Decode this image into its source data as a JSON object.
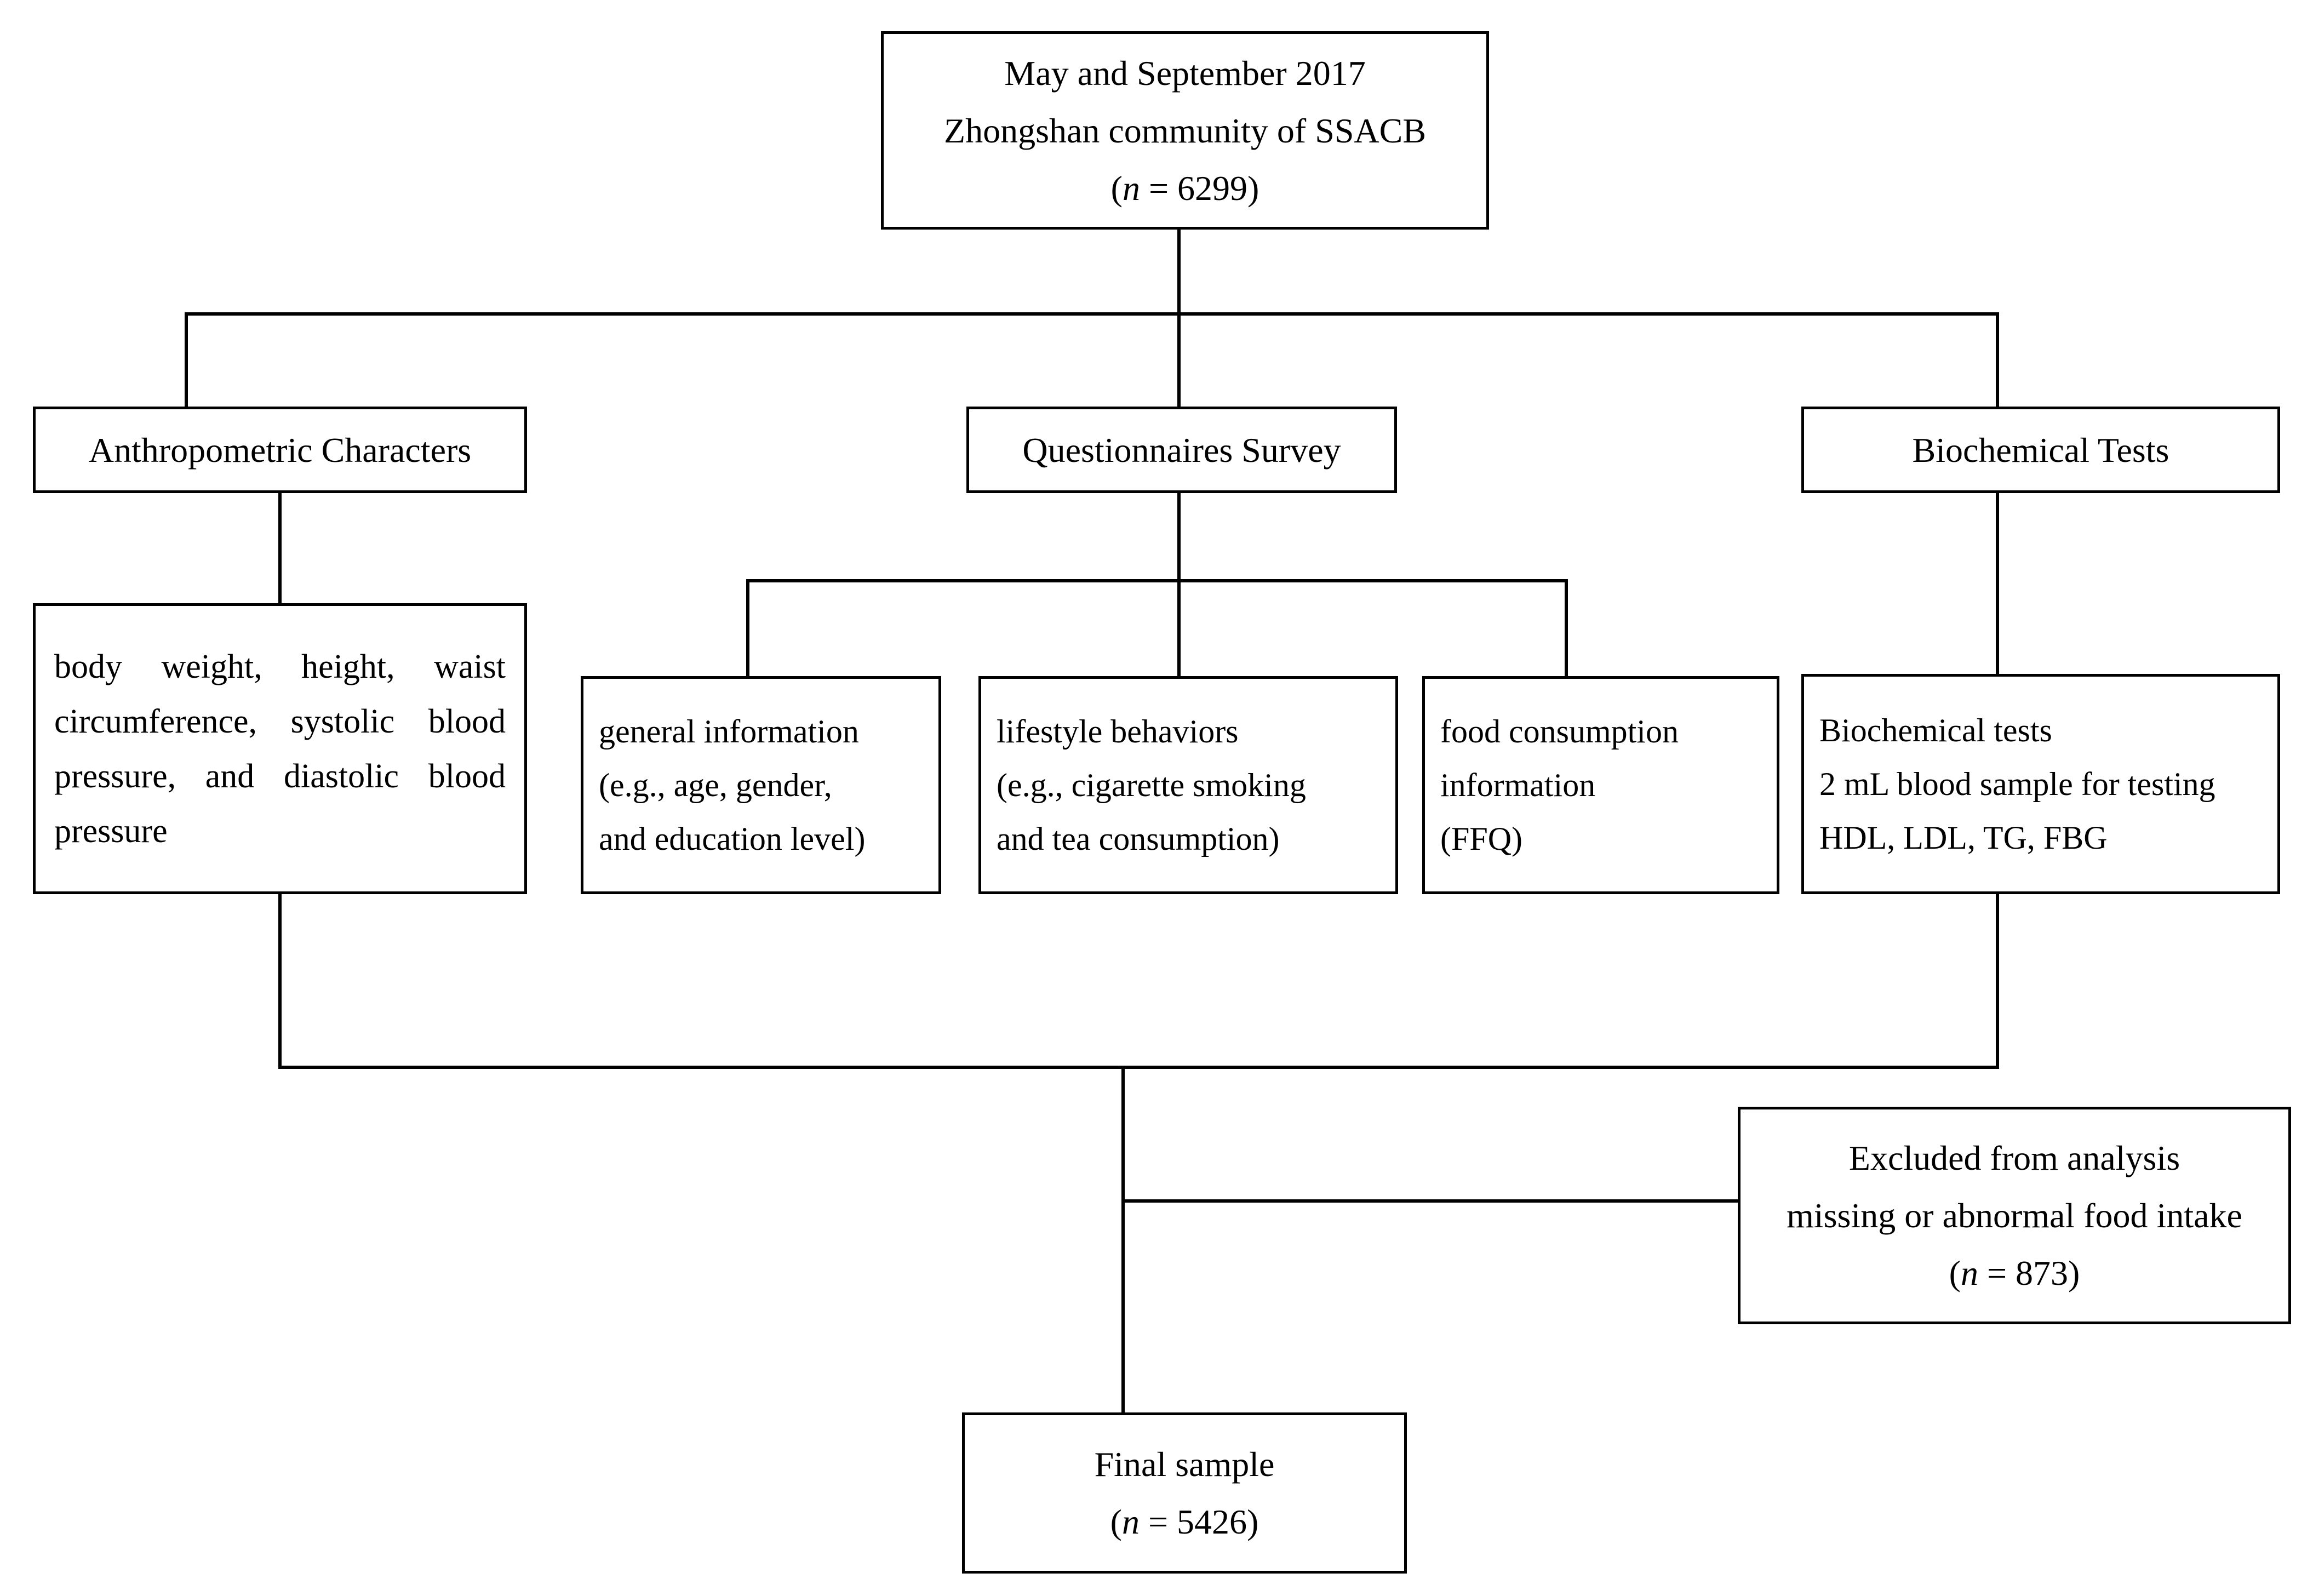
{
  "diagram": {
    "title": "Study participant flow diagram",
    "type": "flowchart",
    "colors": {
      "background": "#ffffff",
      "line": "#000000",
      "text": "#000000"
    }
  },
  "nodes": {
    "source": {
      "line1": "May and September 2017",
      "line2": "Zhongshan community of SSACB",
      "line3_prefix": "(",
      "line3_n": "n",
      "line3_value": " = 6299)"
    },
    "anthropometric": {
      "label": "Anthropometric Characters"
    },
    "questionnaires": {
      "label": "Questionnaires Survey"
    },
    "biochemical": {
      "label": "Biochemical Tests"
    },
    "anthropometric_detail": {
      "text": "body weight, height, waist circumference, systolic blood pressure, and diastolic blood pressure"
    },
    "general_information": {
      "line1": "general information",
      "line2": "(e.g., age, gender,",
      "line3": "and education level)"
    },
    "lifestyle_behaviors": {
      "line1": "lifestyle behaviors",
      "line2": "(e.g., cigarette smoking",
      "line3": "and tea consumption)"
    },
    "food_consumption": {
      "line1": "food consumption",
      "line2": "information",
      "line3": "(FFQ)"
    },
    "biochemical_detail": {
      "line1": "Biochemical tests",
      "line2": "2 mL blood sample for testing",
      "line3": "HDL, LDL, TG, FBG"
    },
    "excluded": {
      "line1": "Excluded from analysis",
      "line2": "missing or abnormal food intake",
      "line3_prefix": "(",
      "line3_n": "n",
      "line3_value": " = 873)"
    },
    "final_sample": {
      "line1": "Final sample",
      "line2_prefix": "(",
      "line2_n": "n",
      "line2_value": " = 5426)"
    }
  }
}
